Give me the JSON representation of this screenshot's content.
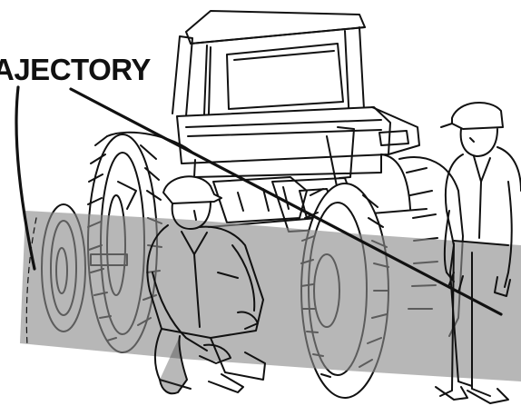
{
  "illustration": {
    "label": "AJECTORY",
    "subjects": [
      "tractor",
      "kneeling-worker",
      "standing-worker"
    ],
    "colors": {
      "line": "#111111",
      "band": "#8a8a8a",
      "paper": "#ffffff"
    }
  }
}
